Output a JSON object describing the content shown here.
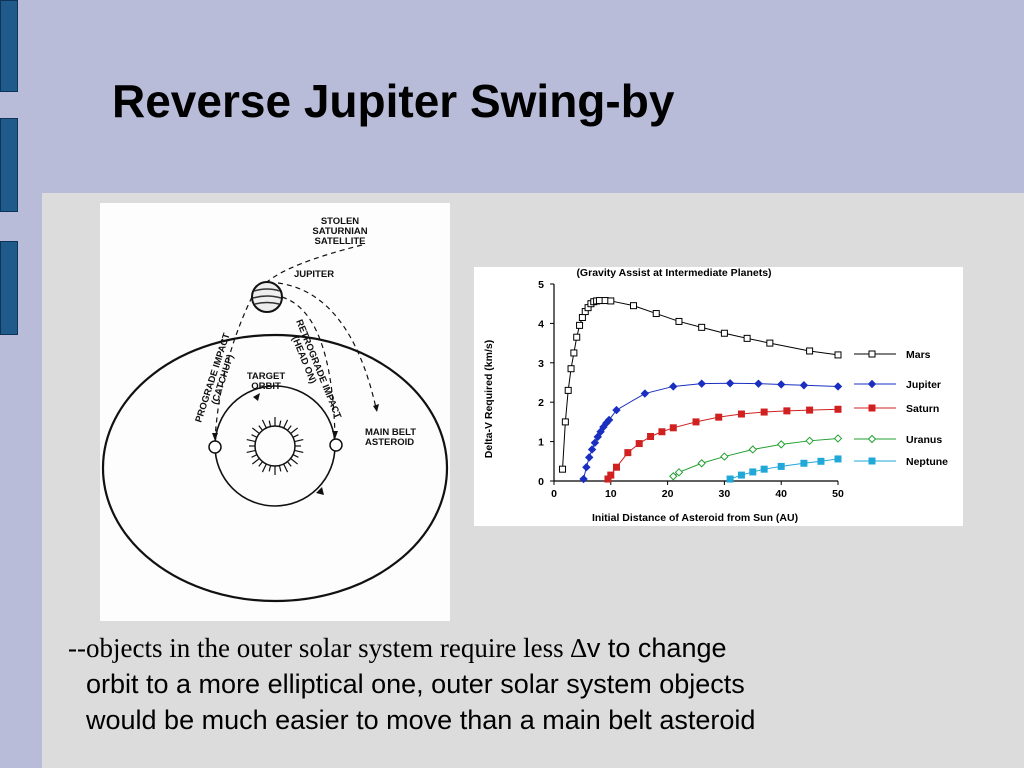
{
  "slide": {
    "title": "Reverse Jupiter Swing-by",
    "caption": {
      "serif_part": "--objects in the outer solar system require less ∆",
      "line1_rest": "v to change",
      "line2": "orbit to a more elliptical one, outer solar system objects",
      "line3": "would be much easier to move than a main belt asteroid"
    }
  },
  "diagram": {
    "labels": {
      "stolen_l1": "STOLEN",
      "stolen_l2": "SATURNIAN",
      "stolen_l3": "SATELLITE",
      "jupiter": "JUPITER",
      "target_l1": "TARGET",
      "target_l2": "ORBIT",
      "prograde_l1": "PROGRADE IMPACT",
      "prograde_l2": "(CATCHUP)",
      "retro_l1": "RETROGRADE IMPACT",
      "retro_l2": "(HEAD ON)",
      "mainbelt_l1": "MAIN BELT",
      "mainbelt_l2": "ASTEROID"
    }
  },
  "chart_data": {
    "type": "line",
    "title": "(Gravity Assist at Intermediate Planets)",
    "xlabel": "Initial Distance of Asteroid from Sun (AU)",
    "ylabel": "Delta-V Required (km/s)",
    "xlim": [
      0,
      50
    ],
    "ylim": [
      0,
      5
    ],
    "xticks": [
      "0",
      "10",
      "20",
      "30",
      "40",
      "50"
    ],
    "yticks": [
      "0",
      "1",
      "2",
      "3",
      "4",
      "5"
    ],
    "grid": false,
    "legend_position": "right",
    "series": [
      {
        "name": "Mars",
        "color": "#000000",
        "marker": "open-square",
        "x": [
          1.5,
          2,
          2.5,
          3,
          3.5,
          4,
          4.5,
          5,
          5.5,
          6,
          6.5,
          7,
          7.5,
          8,
          9,
          10,
          14,
          18,
          22,
          26,
          30,
          34,
          38,
          45,
          50
        ],
        "y": [
          0.3,
          1.5,
          2.3,
          2.85,
          3.25,
          3.65,
          3.95,
          4.15,
          4.3,
          4.4,
          4.5,
          4.55,
          4.57,
          4.58,
          4.58,
          4.57,
          4.45,
          4.25,
          4.05,
          3.9,
          3.75,
          3.62,
          3.5,
          3.3,
          3.2
        ]
      },
      {
        "name": "Jupiter",
        "color": "#1a2fc0",
        "marker": "filled-diamond",
        "x": [
          5.2,
          5.7,
          6.2,
          6.7,
          7.2,
          7.7,
          8.2,
          8.7,
          9.2,
          9.7,
          11,
          16,
          21,
          26,
          31,
          36,
          40,
          44,
          50
        ],
        "y": [
          0.05,
          0.35,
          0.6,
          0.8,
          0.97,
          1.12,
          1.25,
          1.37,
          1.47,
          1.55,
          1.8,
          2.22,
          2.4,
          2.47,
          2.48,
          2.47,
          2.45,
          2.43,
          2.4
        ]
      },
      {
        "name": "Saturn",
        "color": "#d02020",
        "marker": "filled-square",
        "x": [
          9.5,
          10,
          11,
          13,
          15,
          17,
          19,
          21,
          25,
          29,
          33,
          37,
          41,
          45,
          50
        ],
        "y": [
          0.05,
          0.15,
          0.35,
          0.72,
          0.95,
          1.13,
          1.25,
          1.35,
          1.5,
          1.62,
          1.7,
          1.75,
          1.78,
          1.8,
          1.82
        ]
      },
      {
        "name": "Uranus",
        "color": "#20a030",
        "marker": "open-diamond",
        "x": [
          21,
          22,
          26,
          30,
          35,
          40,
          45,
          50
        ],
        "y": [
          0.12,
          0.22,
          0.45,
          0.62,
          0.8,
          0.93,
          1.02,
          1.08
        ]
      },
      {
        "name": "Neptune",
        "color": "#20a8d8",
        "marker": "filled-square",
        "x": [
          31,
          33,
          35,
          37,
          40,
          44,
          47,
          50
        ],
        "y": [
          0.05,
          0.15,
          0.23,
          0.3,
          0.37,
          0.45,
          0.5,
          0.56
        ]
      }
    ]
  }
}
